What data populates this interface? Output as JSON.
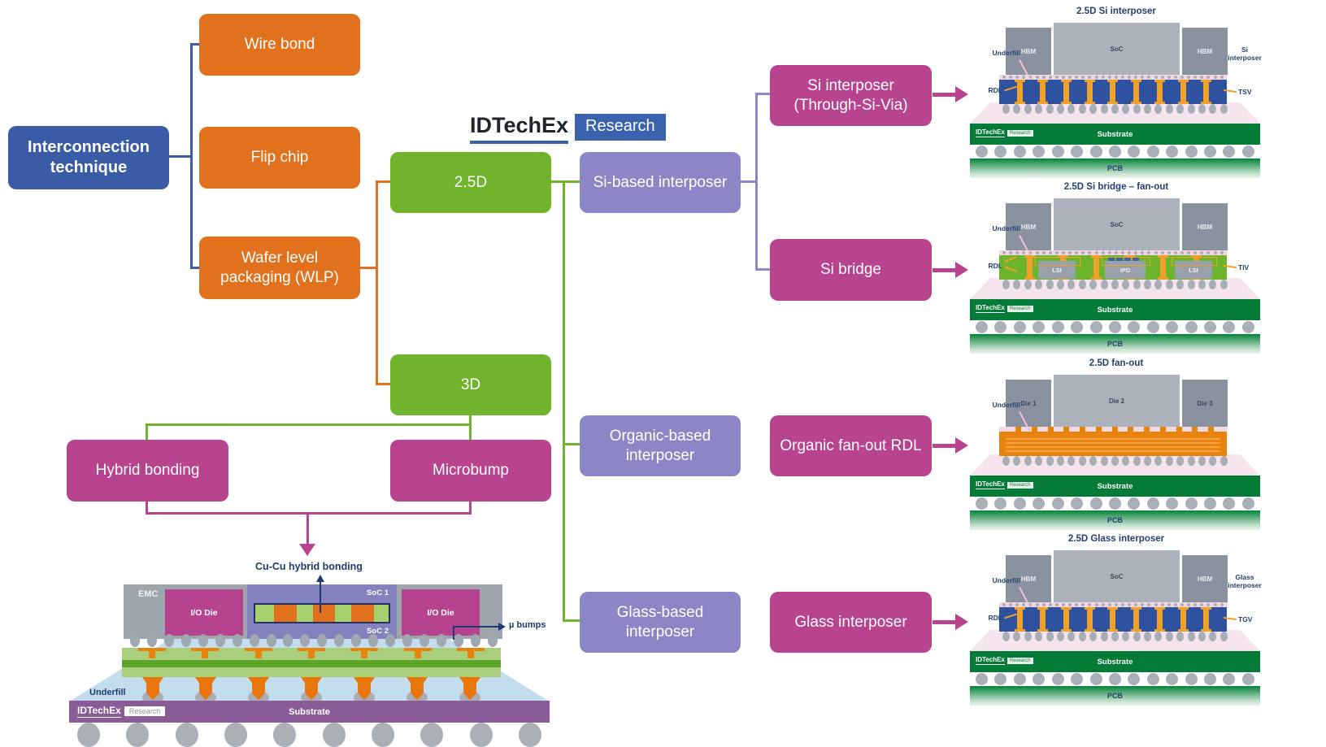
{
  "logo": {
    "brand": "IDTechEx",
    "research": "Research"
  },
  "colors": {
    "blue": "#3A5BA6",
    "orange": "#E2711D",
    "green": "#6FB42C",
    "purple": "#8C86C6",
    "magenta": "#B8438F",
    "navy": "#1F3A6E",
    "logo_blue": "#3A62AD",
    "substrate_green": "#047B37",
    "substrate_purple": "#8A5B96"
  },
  "flowchart": {
    "root": "Interconnection technique",
    "wire_bond": "Wire bond",
    "flip_chip": "Flip chip",
    "wlp": "Wafer level packaging (WLP)",
    "d25": "2.5D",
    "d3": "3D",
    "hybrid_bonding": "Hybrid bonding",
    "microbump": "Microbump",
    "si_based": "Si-based interposer",
    "organic_based": "Organic-based interposer",
    "glass_based": "Glass-based interposer",
    "si_interposer_tsv": "Si interposer (Through-Si-Via)",
    "si_bridge": "Si bridge",
    "organic_fanout_rdl": "Organic fan-out RDL",
    "glass_interposer": "Glass interposer"
  },
  "panels": [
    {
      "title": "2.5D Si interposer",
      "dies": [
        "HBM",
        "SoC",
        "HBM"
      ],
      "underfill": "Underfill",
      "rdl": "RDL",
      "right1": "Si interposer",
      "right2": "TSV",
      "substrate": "Substrate",
      "pcb": "PCB"
    },
    {
      "title": "2.5D Si bridge – fan-out",
      "dies": [
        "HBM",
        "SoC",
        "HBM"
      ],
      "underfill": "Underfill",
      "rdl": "RDL",
      "right2": "TIV",
      "chips": [
        "LSI",
        "IPD",
        "LSI"
      ],
      "substrate": "Substrate",
      "pcb": "PCB"
    },
    {
      "title": "2.5D fan-out",
      "dies": [
        "Die 1",
        "Die 2",
        "Die 3"
      ],
      "underfill": "Underfill",
      "substrate": "Substrate",
      "pcb": "PCB"
    },
    {
      "title": "2.5D Glass interposer",
      "dies": [
        "HBM",
        "SoC",
        "HBM"
      ],
      "underfill": "Underfill",
      "rdl": "RDL",
      "right1": "Glass interposer",
      "right2": "TGV",
      "substrate": "Substrate",
      "pcb": "PCB"
    }
  ],
  "hybrid": {
    "bond_label": "Cu-Cu hybrid bonding",
    "emc": "EMC",
    "io_die_left": "I/O Die",
    "io_die_right": "I/O Die",
    "soc1": "SoC 1",
    "soc2": "SoC 2",
    "ubumps": "µ bumps",
    "underfill": "Underfill",
    "substrate": "Substrate"
  }
}
